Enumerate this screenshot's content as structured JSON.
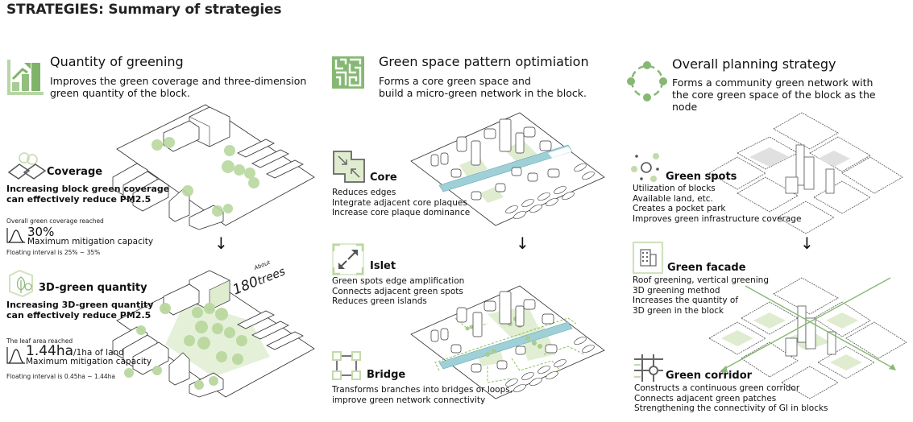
{
  "title": "STRATEGIES: Summary of strategies",
  "colors": {
    "green": "#8fbf7a",
    "green_light": "#dfeccf",
    "green_icon": "#7fb36a",
    "water": "#9fd0d8",
    "line": "#333333"
  },
  "columns": [
    {
      "icon": "bar-chart-growth-icon",
      "title": "Quantity of greening",
      "desc": [
        "Improves the green coverage and three-dimension",
        "green quantity of the block."
      ],
      "items": [
        {
          "icon": "coverage-icon",
          "title": "Coverage",
          "bold_desc": [
            "Increasing block green coverage",
            "can effectively reduce PM2.5"
          ],
          "stat_label": "Overall green coverage reached",
          "stat_icon": "bell-curve-icon",
          "stat_value": "30%",
          "stat_value_suffix": "",
          "stat_caption": "Maximum mitigation capacity",
          "stat_interval": "Floating interval is 25% ~ 35%"
        },
        {
          "icon": "leaf-tree-icon",
          "title": "3D-green quantity",
          "bold_desc": [
            "Increasing 3D-green quantity",
            "can effectively reduce PM2.5"
          ],
          "stat_label": "The  leaf area reached",
          "stat_icon": "bell-curve-icon",
          "stat_value": "1.44ha",
          "stat_value_suffix": "/1ha of land",
          "stat_caption": "Maximum mitigation capacity",
          "stat_interval": "Floating interval is 0.45ha ~ 1.44ha"
        }
      ],
      "annotation": {
        "prefix": "About",
        "value": "180",
        "unit": "trees"
      }
    },
    {
      "icon": "maze-icon",
      "title": "Green space pattern optimiation",
      "desc": [
        "Forms a core green space and",
        "build a micro-green network in the block."
      ],
      "items": [
        {
          "icon": "merge-arrows-icon",
          "title": "Core",
          "desc": [
            "Reduces edges",
            "Integrate adjacent core plaques",
            "Increase core plaque dominance"
          ]
        },
        {
          "icon": "expand-arrows-icon",
          "title": "Islet",
          "desc": [
            "Green spots edge amplification",
            "Connects adjacent green spots",
            "Reduces green islands"
          ]
        },
        {
          "icon": "bridge-squares-icon",
          "title": "Bridge",
          "desc": [
            "Transforms branches into bridges or loops,",
            "improve green network connectivity"
          ]
        }
      ]
    },
    {
      "icon": "network-circle-icon",
      "title": "Overall planning strategy",
      "desc": [
        "Forms a community green network with",
        "the core green space of the block as the",
        "node"
      ],
      "items": [
        {
          "icon": "green-spots-icon",
          "title": "Green spots",
          "desc": [
            "Utilization of blocks",
            "Available land, etc.",
            "Creates a pocket park",
            "Improves green infrastructure coverage"
          ]
        },
        {
          "icon": "building-facade-icon",
          "title": "Green facade",
          "desc": [
            "Roof greening, vertical greening",
            "3D greening method",
            "Increases the quantity of",
            "3D green in the block"
          ]
        },
        {
          "icon": "corridor-crossing-icon",
          "title": "Green corridor",
          "desc": [
            "Constructs a continuous green corridor",
            "Connects adjacent green patches",
            "Strengthening the connectivity of GI in blocks"
          ]
        }
      ]
    }
  ],
  "flow_arrow": "↓"
}
